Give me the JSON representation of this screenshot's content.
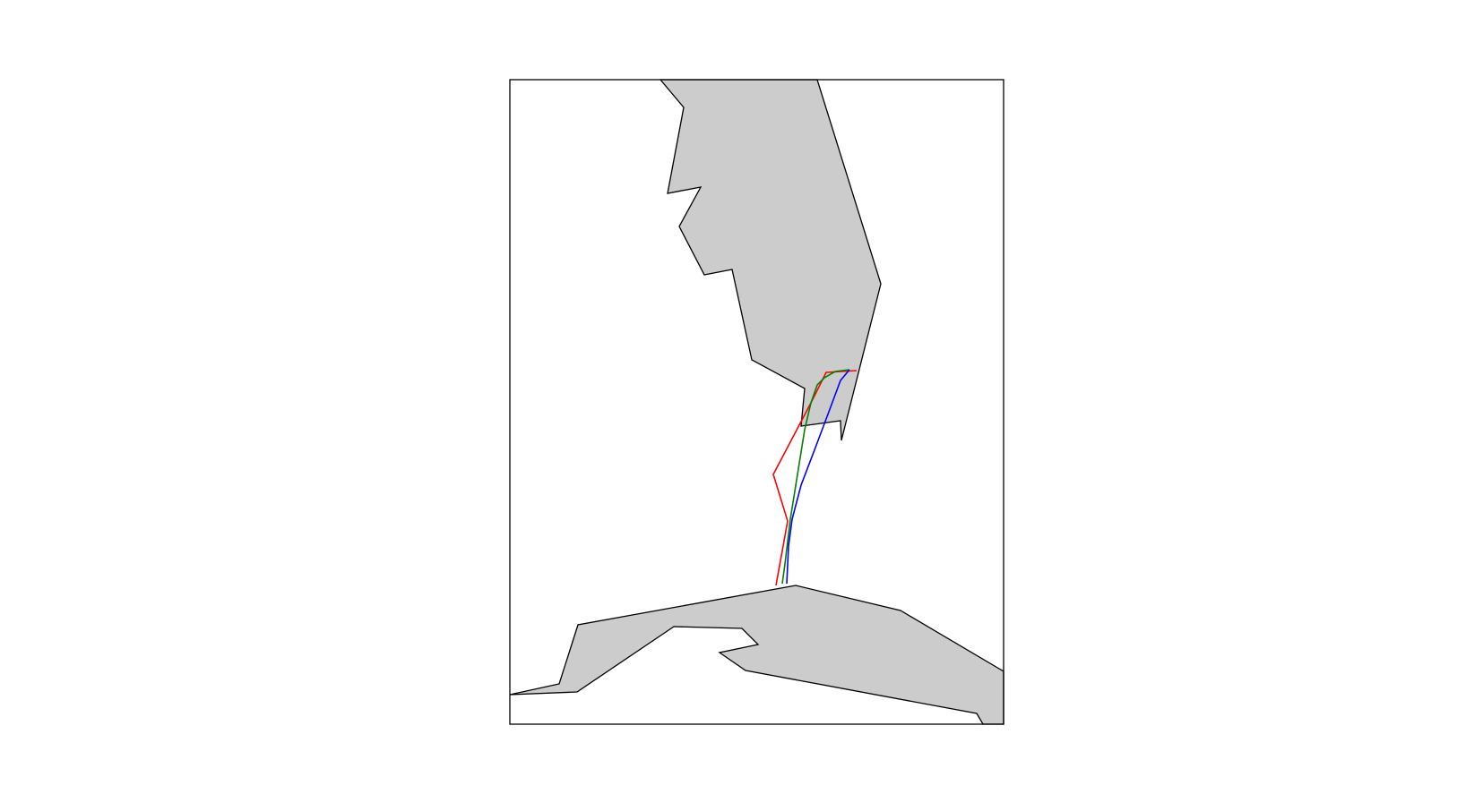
{
  "map": {
    "land_fill": "#cccccc",
    "land_stroke": "#000000",
    "frame_stroke": "#000000",
    "background": "#ffffff",
    "land_features": [
      "florida-peninsula",
      "cuba"
    ],
    "routes": [
      {
        "id": "red-route",
        "color": "#ff0000"
      },
      {
        "id": "green-route",
        "color": "#008000"
      },
      {
        "id": "blue-route",
        "color": "#0000ff"
      }
    ]
  }
}
